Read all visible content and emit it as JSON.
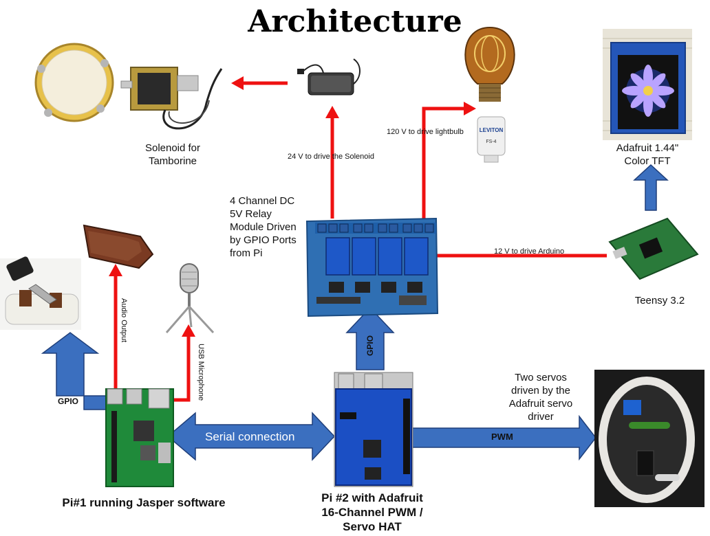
{
  "title": "Architecture",
  "labels": {
    "solenoid": [
      "Solenoid for",
      "Tamborine"
    ],
    "tft": [
      "Adafruit 1.44\"",
      "Color TFT"
    ],
    "relay": [
      "4 Channel DC",
      "5V Relay",
      "Module Driven",
      "by GPIO Ports",
      "from Pi"
    ],
    "teensy": "Teensy 3.2",
    "servos": [
      "Two servos",
      "driven by the",
      "Adafruit servo",
      "driver"
    ],
    "pi1": "Pi#1 running Jasper software",
    "pi2": [
      "Pi #2 with Adafruit",
      "16-Channel PWM /",
      "Servo HAT"
    ]
  },
  "connections": {
    "solenoid_power": "24 V to drive the Solenoid",
    "lightbulb_power": "120 V to drive lightbulb",
    "arduino_power": "12 V to drive Arduino",
    "audio": "Audio Output",
    "mic": "USB Microphone",
    "gpio_switch": "GPIO",
    "gpio_relay": "GPIO",
    "serial": "Serial connection",
    "pwm": "PWM"
  },
  "colors": {
    "red_wire": "#ee1111",
    "blue_arrow": "#3b6fbf",
    "blue_outline": "#1f3f7a",
    "pcb_green": "#1f8a3a",
    "relay_blue": "#2f6fb3"
  }
}
